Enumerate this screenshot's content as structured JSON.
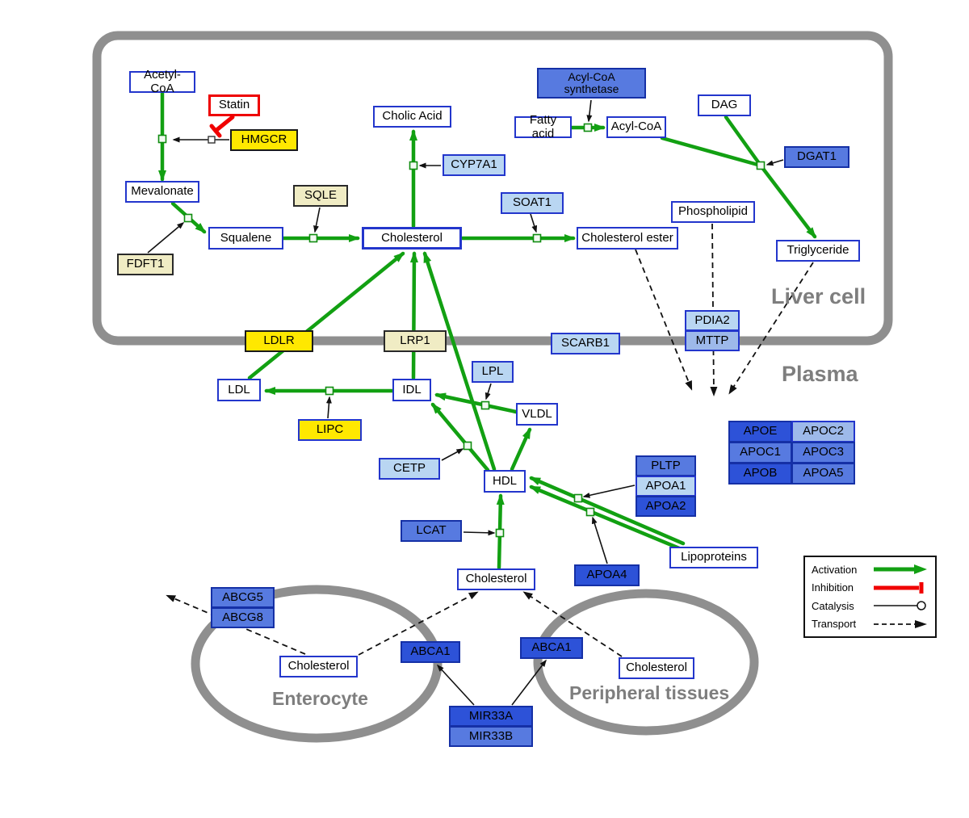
{
  "regions": {
    "liver": "Liver cell",
    "plasma": "Plasma",
    "enterocyte": "Enterocyte",
    "peripheral": "Peripheral tissues"
  },
  "legend": {
    "activation": "Activation",
    "inhibition": "Inhibition",
    "catalysis": "Catalysis",
    "transport": "Transport"
  },
  "colors": {
    "activation_green": "#12a012",
    "inhibition_red": "#f00000",
    "membrane_gray": "#8f8f8f",
    "node_border_blue": "#2336cc",
    "enzyme_yellow": "#ffe800",
    "enzyme_khaki": "#f0ecc4",
    "protein_light_blue": "#b9d6f2",
    "protein_mid_blue": "#577ae0",
    "protein_strong_blue": "#2d52d8"
  },
  "nodes": {
    "acetyl_coa": {
      "label": "Acetyl-CoA"
    },
    "statin": {
      "label": "Statin"
    },
    "hmgcr": {
      "label": "HMGCR"
    },
    "mevalonate": {
      "label": "Mevalonate"
    },
    "sqle": {
      "label": "SQLE"
    },
    "fdft1": {
      "label": "FDFT1"
    },
    "squalene": {
      "label": "Squalene"
    },
    "cholesterol_liver": {
      "label": "Cholesterol"
    },
    "cholic_acid": {
      "label": "Cholic Acid"
    },
    "cyp7a1": {
      "label": "CYP7A1"
    },
    "soat1": {
      "label": "SOAT1"
    },
    "cholesterol_ester": {
      "label": "Cholesterol ester"
    },
    "acyl_coa_synthetase": {
      "label": "Acyl-CoA synthetase"
    },
    "fatty_acid": {
      "label": "Fatty acid"
    },
    "acyl_coa": {
      "label": "Acyl-CoA"
    },
    "dag": {
      "label": "DAG"
    },
    "dgat1": {
      "label": "DGAT1"
    },
    "phospholipid": {
      "label": "Phospholipid"
    },
    "triglyceride": {
      "label": "Triglyceride"
    },
    "pdia2": {
      "label": "PDIA2"
    },
    "mttp": {
      "label": "MTTP"
    },
    "ldlr": {
      "label": "LDLR"
    },
    "lrp1": {
      "label": "LRP1"
    },
    "scarb1": {
      "label": "SCARB1"
    },
    "ldl": {
      "label": "LDL"
    },
    "idl": {
      "label": "IDL"
    },
    "lpl": {
      "label": "LPL"
    },
    "vldl": {
      "label": "VLDL"
    },
    "lipc": {
      "label": "LIPC"
    },
    "cetp": {
      "label": "CETP"
    },
    "hdl": {
      "label": "HDL"
    },
    "pltp": {
      "label": "PLTP"
    },
    "apoa1": {
      "label": "APOA1"
    },
    "apoa2": {
      "label": "APOA2"
    },
    "lcat": {
      "label": "LCAT"
    },
    "apoa4": {
      "label": "APOA4"
    },
    "lipoproteins": {
      "label": "Lipoproteins"
    },
    "apoe": {
      "label": "APOE"
    },
    "apoc2": {
      "label": "APOC2"
    },
    "apoc1": {
      "label": "APOC1"
    },
    "apoc3": {
      "label": "APOC3"
    },
    "apob": {
      "label": "APOB"
    },
    "apoa5": {
      "label": "APOA5"
    },
    "cholesterol_plasma": {
      "label": "Cholesterol"
    },
    "abcg5": {
      "label": "ABCG5"
    },
    "abcg8": {
      "label": "ABCG8"
    },
    "cholesterol_enterocyte": {
      "label": "Cholesterol"
    },
    "abca1_enterocyte": {
      "label": "ABCA1"
    },
    "abca1_peripheral": {
      "label": "ABCA1"
    },
    "cholesterol_peripheral": {
      "label": "Cholesterol"
    },
    "mir33a": {
      "label": "MIR33A"
    },
    "mir33b": {
      "label": "MIR33B"
    }
  }
}
